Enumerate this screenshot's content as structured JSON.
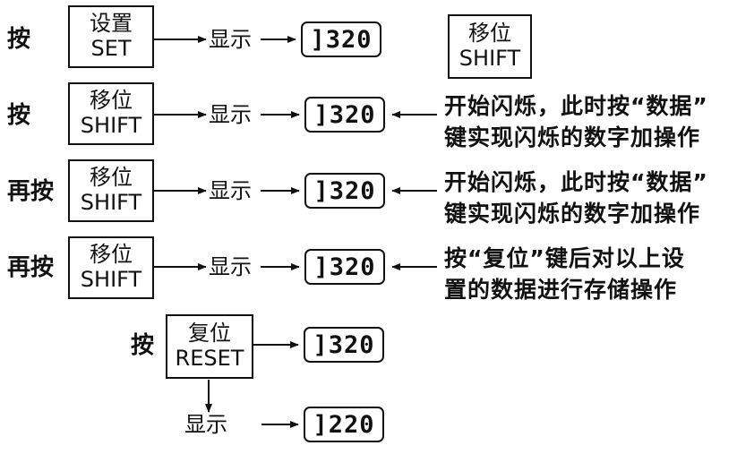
{
  "rows": [
    {
      "press": "按",
      "key": [
        "设置",
        "SET"
      ],
      "display_label": "显示",
      "value": "]320"
    },
    {
      "press": "按",
      "key": [
        "移位",
        "SHIFT"
      ],
      "display_label": "显示",
      "value": "]320",
      "note": [
        "开始闪烁，此时按“数据”",
        "键实现闪烁的数字加操作"
      ]
    },
    {
      "press": "再按",
      "key": [
        "移位",
        "SHIFT"
      ],
      "display_label": "显示",
      "value": "]320",
      "note": [
        "开始闪烁，此时按“数据”",
        "键实现闪烁的数字加操作"
      ]
    },
    {
      "press": "再按",
      "key": [
        "移位",
        "SHIFT"
      ],
      "display_label": "显示",
      "value": "]320",
      "note": [
        "按“复位”键后对以上设",
        "置的数据进行存储操作"
      ]
    }
  ],
  "shift_key": [
    "移位",
    "SHIFT"
  ],
  "reset": {
    "press": "按",
    "key": [
      "复位",
      "RESET"
    ],
    "value": "]320"
  },
  "final": {
    "display_label": "显示",
    "value": "]220"
  }
}
